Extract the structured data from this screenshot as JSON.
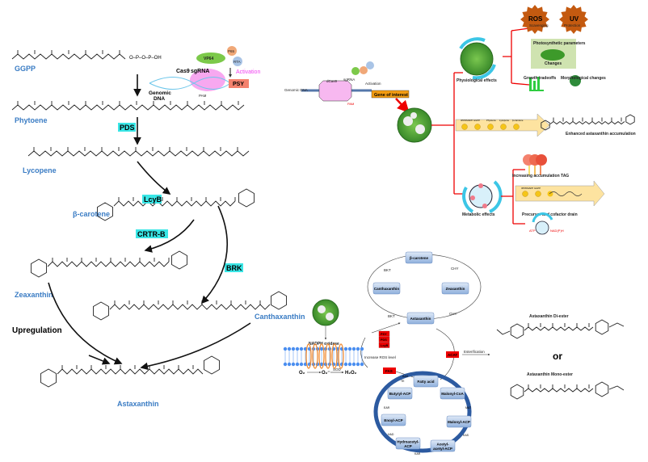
{
  "pathway": {
    "compounds": [
      "GGPP",
      "Phytoene",
      "Lycopene",
      "β-carotene",
      "Zeaxanthin",
      "Canthaxanthin",
      "Astaxanthin"
    ],
    "enzymes": [
      "PDS",
      "LcyB",
      "CRTR-B",
      "BRK"
    ],
    "upregulation": "Upregulation",
    "crispr": {
      "cas9": "Cas9",
      "sgrna": "sgRNA",
      "vp64": "VP64",
      "p65": "P65",
      "rta": "RTA",
      "activation": "Activation",
      "genomic": "Genomic",
      "dna": "DNA",
      "psy": "PSY",
      "pam": "PAM"
    },
    "enzyme_color": "#39e6e6",
    "label_color": "#3a7cc4"
  },
  "effects": {
    "genomic_dna": "Genomic DNA",
    "dcas9": "dCas9",
    "sgrna": "sgRNA",
    "activation": "Activation",
    "pam": "PAM",
    "gene_of_interest": "Gene of interest",
    "vp64": "VP64",
    "p65": "p65",
    "rta": "RTA",
    "physiological": "Physiological effects",
    "metabolic": "Metabolic effects",
    "ros": "ROS",
    "ros_sub": "Scavenging",
    "uv": "UV",
    "uv_sub": "Protection",
    "photo": "Photosynthetic parameters",
    "photo_sub": "Changes",
    "growth": "Growth tradeoffs",
    "morph": "Morphological changes",
    "arrow_steps": [
      "IPP/DMAPP",
      "GGPP",
      "Phytoene",
      "Lycopene",
      "β-carotene"
    ],
    "enhanced": "Enhanced astaxanthin accumulation",
    "tag": "Increasing accumulation TAG",
    "drain_steps": [
      "IPP/DMAPP",
      "GGPP"
    ],
    "drain": "Precursor and cofactor drain",
    "atp": "ATP",
    "nadph": "NAD(P)H"
  },
  "cycle": {
    "nodes": [
      "β-carotene",
      "Canthaxanthin",
      "Zeaxanthin",
      "Astaxanthin"
    ],
    "edge_labels": {
      "bkt1": "BKT",
      "chy1": "CHY",
      "bkt2": "BKT",
      "chy2": "CHY"
    },
    "red_boxes": [
      "PSY",
      "PDS",
      "LcyB"
    ],
    "fas": "FAS",
    "acat": "ACAT",
    "esterification": "Esterification",
    "ros": "Increase ROS level",
    "nadph_oxidase": "NADPH oxidase",
    "o2": "O₂",
    "o2m": "O₂⁻",
    "sod": "SOD",
    "h2o2": "H₂O₂",
    "fa_nodes": [
      "Fatty acid",
      "Malonyl-CoA",
      "Malonyl-ACP",
      "Acetyl-acetyl-ACP",
      "Hydroacetyl-ACP",
      "Enoyl-ACP",
      "Butyryl-ACP"
    ],
    "fa_edges": [
      "AAD",
      "TE",
      "MAT",
      "KAS",
      "KAR",
      "HAD",
      "EAR"
    ],
    "diester": "Astaxanthin Di-ester",
    "monoester": "Astaxanthin Mono-ester",
    "or": "or"
  }
}
